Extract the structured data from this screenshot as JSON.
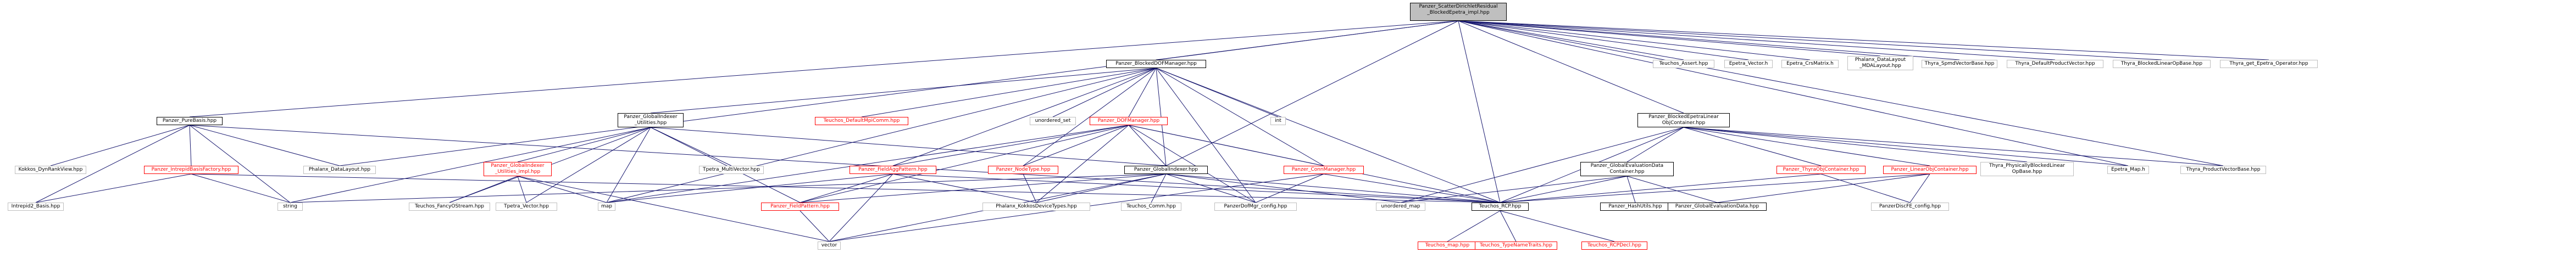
{
  "graph": {
    "root": [
      "Panzer_ScatterDirichletResidual",
      "_BlockedEpetra_impl.hpp"
    ],
    "nodes": {
      "blocked_dof_manager": [
        "Panzer_BlockedDOFManager.hpp"
      ],
      "teuchos_assert": [
        "Teuchos_Assert.hpp"
      ],
      "epetra_vector": [
        "Epetra_Vector.h"
      ],
      "epetra_crsmatrix": [
        "Epetra_CrsMatrix.h"
      ],
      "phalanx_datalayout_mdalayout": [
        "Phalanx_DataLayout",
        "_MDALayout.hpp"
      ],
      "thyra_spmdvectorbase": [
        "Thyra_SpmdVectorBase.hpp"
      ],
      "thyra_defaultproductvector": [
        "Thyra_DefaultProductVector.hpp"
      ],
      "thyra_blockedlinearopbase": [
        "Thyra_BlockedLinearOpBase.hpp"
      ],
      "thyra_get_epetra_operator": [
        "Thyra_get_Epetra_Operator.hpp"
      ],
      "pure_basis": [
        "Panzer_PureBasis.hpp"
      ],
      "global_indexer_utilities": [
        "Panzer_GlobalIndexer",
        "_Utilities.hpp"
      ],
      "teuchos_default_mpi_comm": [
        "Teuchos_DefaultMpiComm.hpp"
      ],
      "unordered_set": [
        "unordered_set"
      ],
      "dof_manager": [
        "Panzer_DOFManager.hpp"
      ],
      "int": [
        "int"
      ],
      "blocked_epetra_linear_obj_container": [
        "Panzer_BlockedEpetraLinear",
        "ObjContainer.hpp"
      ],
      "kokkos_dyn_rank_view": [
        "Kokkos_DynRankView.hpp"
      ],
      "intrepid_basis_factory": [
        "Panzer_IntrepidBasisFactory.hpp"
      ],
      "phalanx_datalayout": [
        "Phalanx_DataLayout.hpp"
      ],
      "global_indexer_utilities_impl": [
        "Panzer_GlobalIndexer",
        "_Utilities_impl.hpp"
      ],
      "tpetra_multivector": [
        "Tpetra_MultiVector.hpp"
      ],
      "field_agg_pattern": [
        "Panzer_FieldAggPattern.hpp"
      ],
      "node_type": [
        "Panzer_NodeType.hpp"
      ],
      "global_indexer": [
        "Panzer_GlobalIndexer.hpp"
      ],
      "conn_manager": [
        "Panzer_ConnManager.hpp"
      ],
      "global_evaluation_data_container": [
        "Panzer_GlobalEvaluationData",
        "Container.hpp"
      ],
      "thyra_obj_container": [
        "Panzer_ThyraObjContainer.hpp"
      ],
      "linear_obj_container": [
        "Panzer_LinearObjContainer.hpp"
      ],
      "thyra_physically_blocked_linear_op_base": [
        "Thyra_PhysicallyBlockedLinear",
        "OpBase.hpp"
      ],
      "epetra_map": [
        "Epetra_Map.h"
      ],
      "thyra_product_vector_base": [
        "Thyra_ProductVectorBase.hpp"
      ],
      "intrepid2_basis": [
        "Intrepid2_Basis.hpp"
      ],
      "string": [
        "string"
      ],
      "teuchos_fancy_ostream": [
        "Teuchos_FancyOStream.hpp"
      ],
      "tpetra_vector": [
        "Tpetra_Vector.hpp"
      ],
      "map": [
        "map"
      ],
      "field_pattern": [
        "Panzer_FieldPattern.hpp"
      ],
      "phalanx_kokkos_device_types": [
        "Phalanx_KokkosDeviceTypes.hpp"
      ],
      "teuchos_comm": [
        "Teuchos_Comm.hpp"
      ],
      "panzer_dof_mgr_config": [
        "PanzerDofMgr_config.hpp"
      ],
      "unordered_map": [
        "unordered_map"
      ],
      "teuchos_rcp": [
        "Teuchos_RCP.hpp"
      ],
      "hash_utils": [
        "Panzer_HashUtils.hpp"
      ],
      "global_evaluation_data": [
        "Panzer_GlobalEvaluationData.hpp"
      ],
      "panzer_disc_fe_config": [
        "PanzerDiscFE_config.hpp"
      ],
      "vector": [
        "vector"
      ],
      "teuchos_map": [
        "Teuchos_map.hpp"
      ],
      "teuchos_type_name_traits": [
        "Teuchos_TypeNameTraits.hpp"
      ],
      "teuchos_rcp_decl": [
        "Teuchos_RCPDecl.hpp"
      ]
    }
  }
}
